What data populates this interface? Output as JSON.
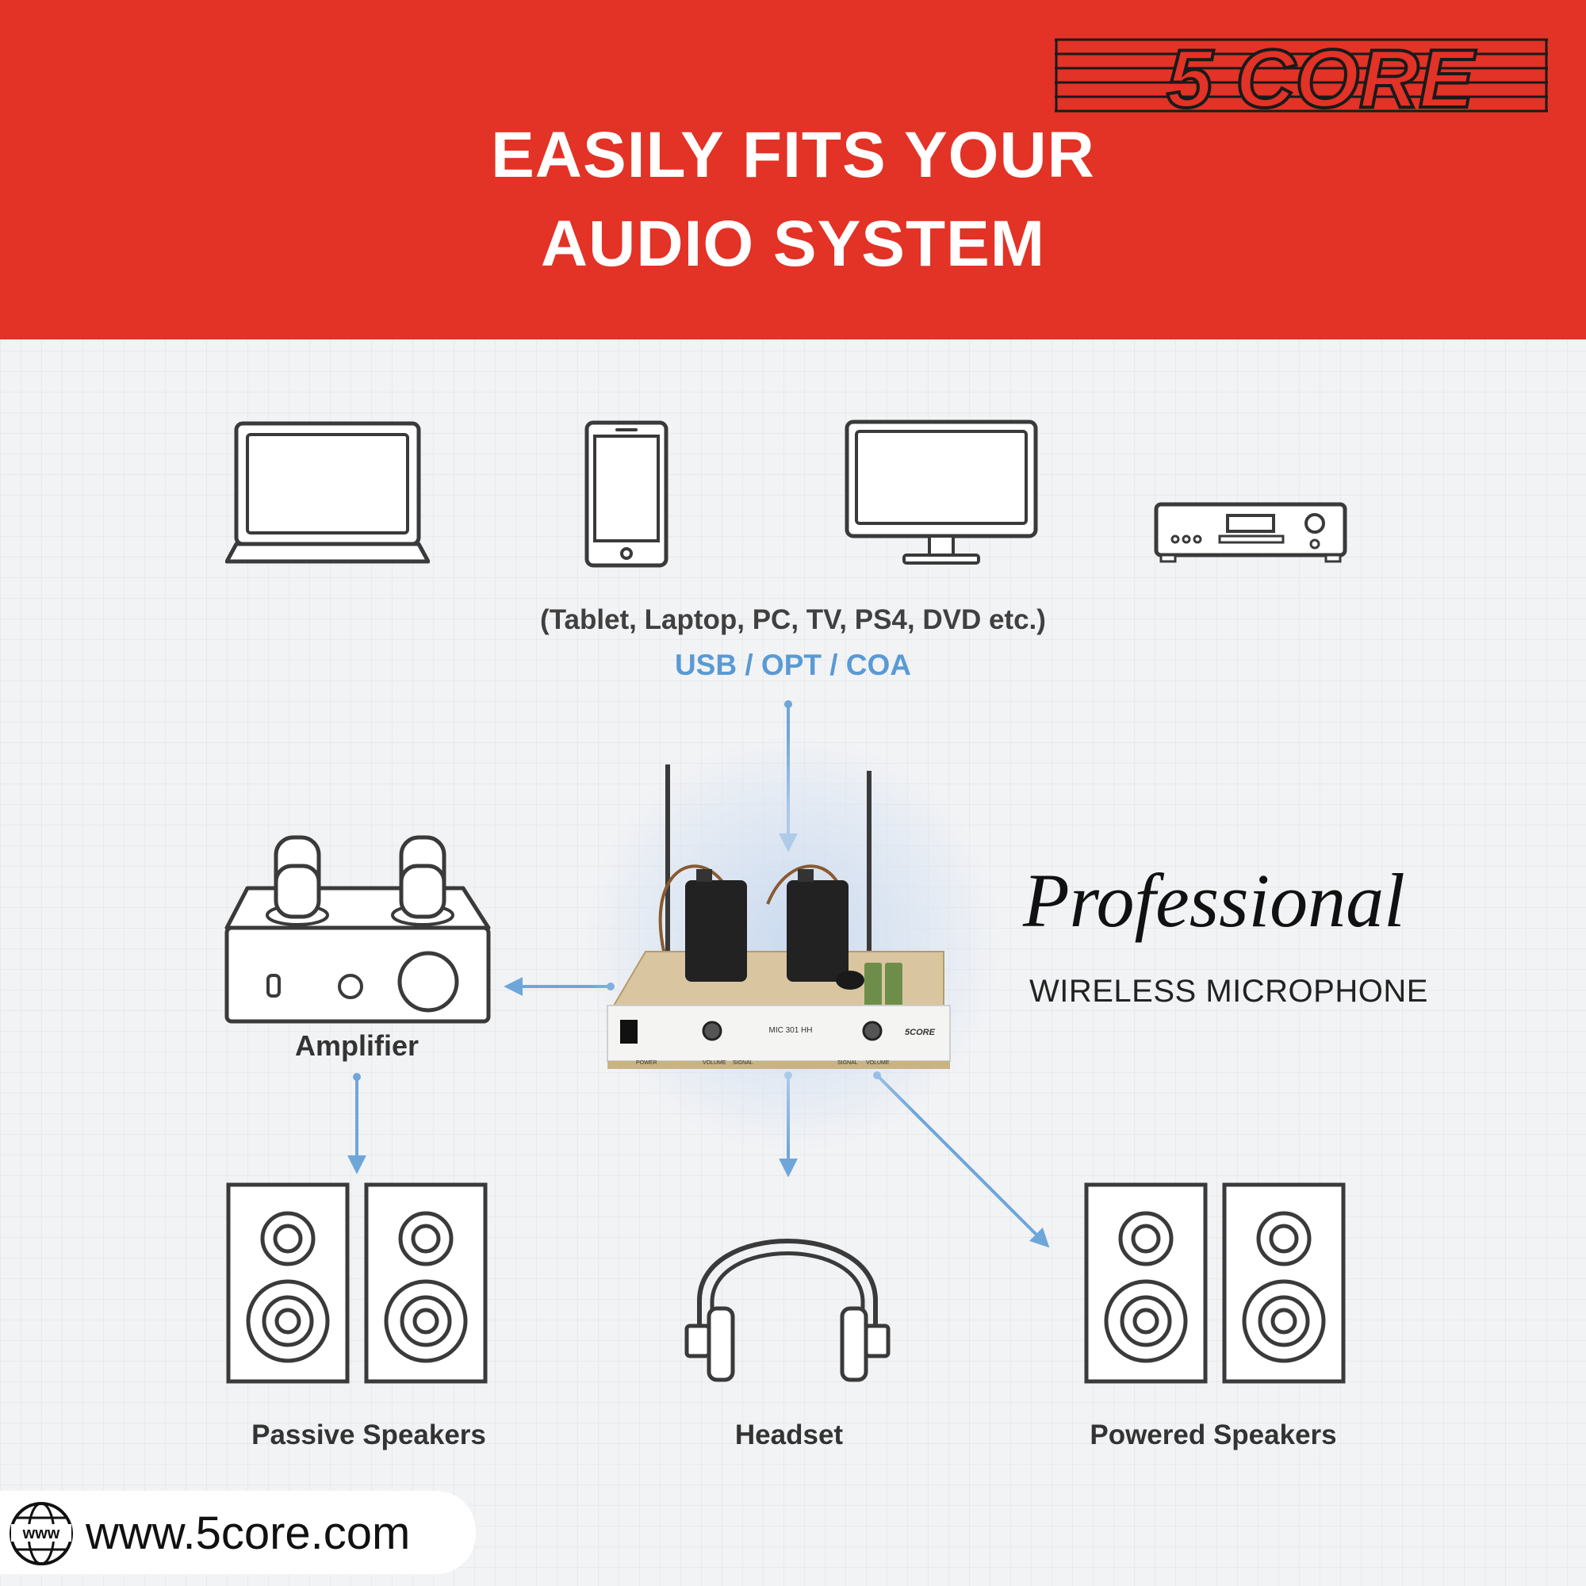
{
  "banner": {
    "headline_line1": "EASILY FITS YOUR",
    "headline_line2": "AUDIO SYSTEM",
    "brand_logo": "5 CORE",
    "background_color": "#e33226"
  },
  "sources": {
    "icons": [
      "laptop-icon",
      "smartphone-icon",
      "monitor-icon",
      "dvd-player-icon"
    ],
    "caption": "(Tablet, Laptop, PC, TV, PS4, DVD etc.)",
    "interface": "USB / OPT / COA"
  },
  "product": {
    "title": "Professional",
    "subtitle": "WIRELESS MICROPHONE",
    "receiver_model": "MIC 301 HH",
    "receiver_brand": "5CORE",
    "receiver_labels": [
      "POWER",
      "VOLUME",
      "SIGNAL",
      "SIGNAL",
      "VOLUME"
    ]
  },
  "outputs": {
    "amplifier": "Amplifier",
    "passive_speakers": "Passive Speakers",
    "headset": "Headset",
    "powered_speakers": "Powered Speakers"
  },
  "footer": {
    "website": "www.5core.com",
    "globe_label": "www"
  },
  "colors": {
    "accent_blue": "#5a9ad4",
    "icon_stroke": "#3a3a3a"
  }
}
